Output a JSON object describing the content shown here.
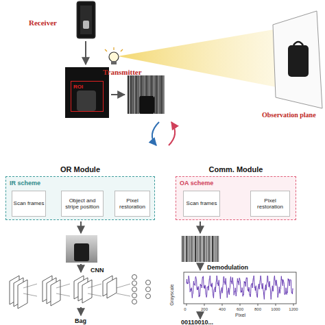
{
  "diagram": {
    "nodes": [
      {
        "text": [
          "ROI"
        ]
      },
      {
        "text": [
          "OR Module",
          "IR scheme"
        ]
      },
      {
        "text": [
          "Scan frames"
        ],
        "in": 1
      },
      {
        "text": [
          "Object and stripe position"
        ],
        "in": 1
      },
      {
        "text": [
          "Pixel restoration"
        ],
        "in": 1
      },
      {
        "text": [
          "Comm. Module",
          "OA scheme"
        ]
      },
      {
        "text": [
          "Scan frames"
        ],
        "in": 5
      },
      {
        "text": [
          "Pixel restoration"
        ],
        "in": 5
      }
    ],
    "edges": [
      {
        "from": 2,
        "to": 3,
        "arrow": "to"
      },
      {
        "from": 3,
        "to": 4,
        "arrow": "to"
      },
      {
        "from": 6,
        "to": 7,
        "arrow": "to"
      }
    ],
    "labels": [
      "Receiver",
      "Transmitter",
      "Observation plane",
      "CNN",
      "Bag",
      "Demodulation",
      "Grayscale",
      "Pixel",
      "0",
      "200",
      "400",
      "600",
      "800",
      "1000",
      "1200",
      "00110010..."
    ]
  }
}
